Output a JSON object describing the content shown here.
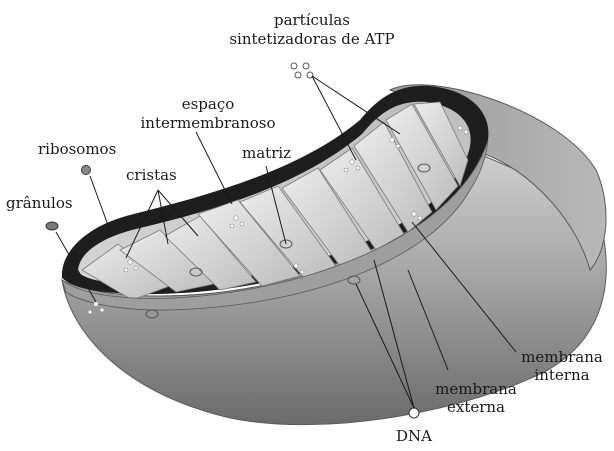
{
  "labels": {
    "atp_line1": "partículas",
    "atp_line2": "sintetizadoras de ATP",
    "espaco_line1": "espaço",
    "espaco_line2": "intermembranoso",
    "ribosomos": "ribosomos",
    "matriz": "matriz",
    "cristas": "cristas",
    "granulos": "grânulos",
    "membrana_interna_line1": "membrana",
    "membrana_interna_line2": "interna",
    "membrana_externa_line1": "membrana",
    "membrana_externa_line2": "externa",
    "dna": "DNA"
  },
  "colors": {
    "outer_membrane": "#8c8c8c",
    "inner_cavity": "#1e1e1e",
    "crista": "#d9d9d9",
    "matrix": "#c4c4c4",
    "leader_line": "#1a1a1a"
  }
}
